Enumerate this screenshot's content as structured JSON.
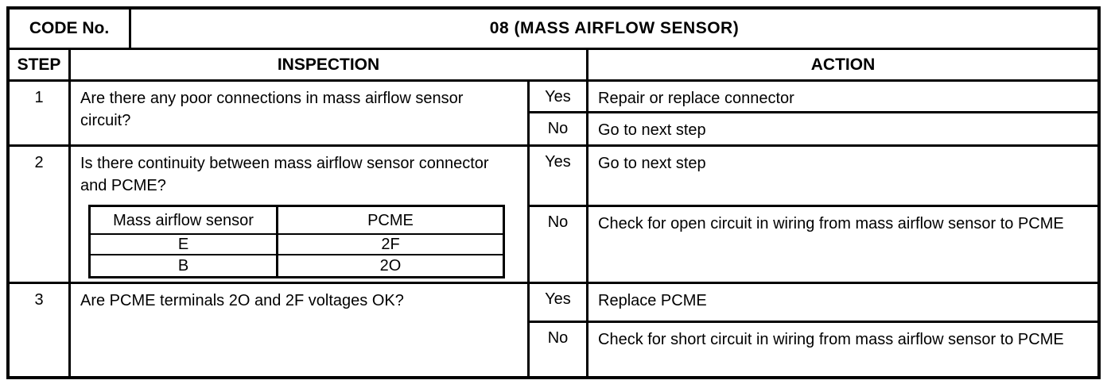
{
  "header": {
    "code_label": "CODE No.",
    "code_value": "08 (MASS AIRFLOW SENSOR)"
  },
  "columns": {
    "step": "STEP",
    "inspection": "INSPECTION",
    "action": "ACTION"
  },
  "steps": [
    {
      "number": "1",
      "inspection": "Are there any poor connections in mass airflow sensor circuit?",
      "outcomes": [
        {
          "answer": "Yes",
          "action": "Repair or replace connector"
        },
        {
          "answer": "No",
          "action": "Go to next step"
        }
      ]
    },
    {
      "number": "2",
      "inspection": "Is there continuity between mass airflow sensor connector and PCME?",
      "terminal_table": {
        "col1_header": "Mass airflow sensor",
        "col2_header": "PCME",
        "rows": [
          {
            "sensor": "E",
            "pcme": "2F"
          },
          {
            "sensor": "B",
            "pcme": "2O"
          }
        ]
      },
      "outcomes": [
        {
          "answer": "Yes",
          "action": "Go to next step"
        },
        {
          "answer": "No",
          "action": "Check for open circuit in wiring from mass airflow sensor to PCME"
        }
      ]
    },
    {
      "number": "3",
      "inspection": "Are PCME terminals 2O and 2F voltages OK?",
      "outcomes": [
        {
          "answer": "Yes",
          "action": "Replace PCME"
        },
        {
          "answer": "No",
          "action": "Check for short circuit in wiring from mass airflow sensor to PCME"
        }
      ]
    }
  ],
  "colors": {
    "ink": "#000000",
    "paper": "#ffffff"
  }
}
